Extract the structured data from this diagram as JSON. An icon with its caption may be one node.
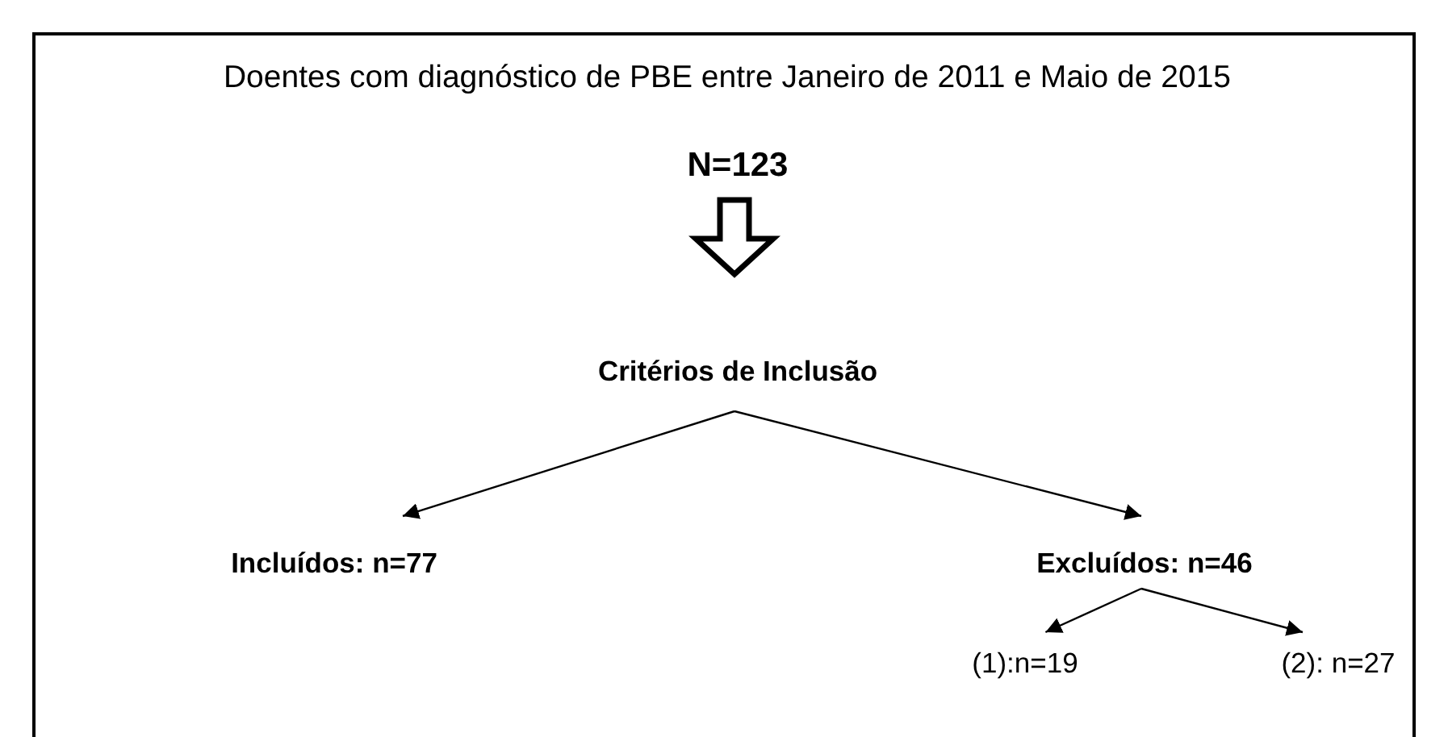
{
  "diagram": {
    "nodes": [
      {
        "text": [
          "Doentes com diagnóstico de PBE entre Janeiro de 2011 e Maio de 2015"
        ]
      },
      {
        "text": [
          "N=123"
        ],
        "in": 0
      },
      {
        "text": [
          "Critérios de Inclusão"
        ],
        "in": 0
      },
      {
        "text": [
          "Incluídos: n=77"
        ],
        "in": 0
      },
      {
        "text": [
          "Excluídos: n=46"
        ],
        "in": 0
      },
      {
        "text": [
          "(1):n=19"
        ],
        "in": 0
      },
      {
        "text": [
          "(2): n=27"
        ],
        "in": 0
      }
    ],
    "edges": [
      {
        "from": 1,
        "to": 2,
        "arrow": "to",
        "style": "thick"
      },
      {
        "from": 2,
        "to": 3,
        "arrow": "to"
      },
      {
        "from": 2,
        "to": 4,
        "arrow": "to"
      },
      {
        "from": 4,
        "to": 5,
        "arrow": "to"
      },
      {
        "from": 4,
        "to": 6,
        "arrow": "to"
      }
    ]
  }
}
